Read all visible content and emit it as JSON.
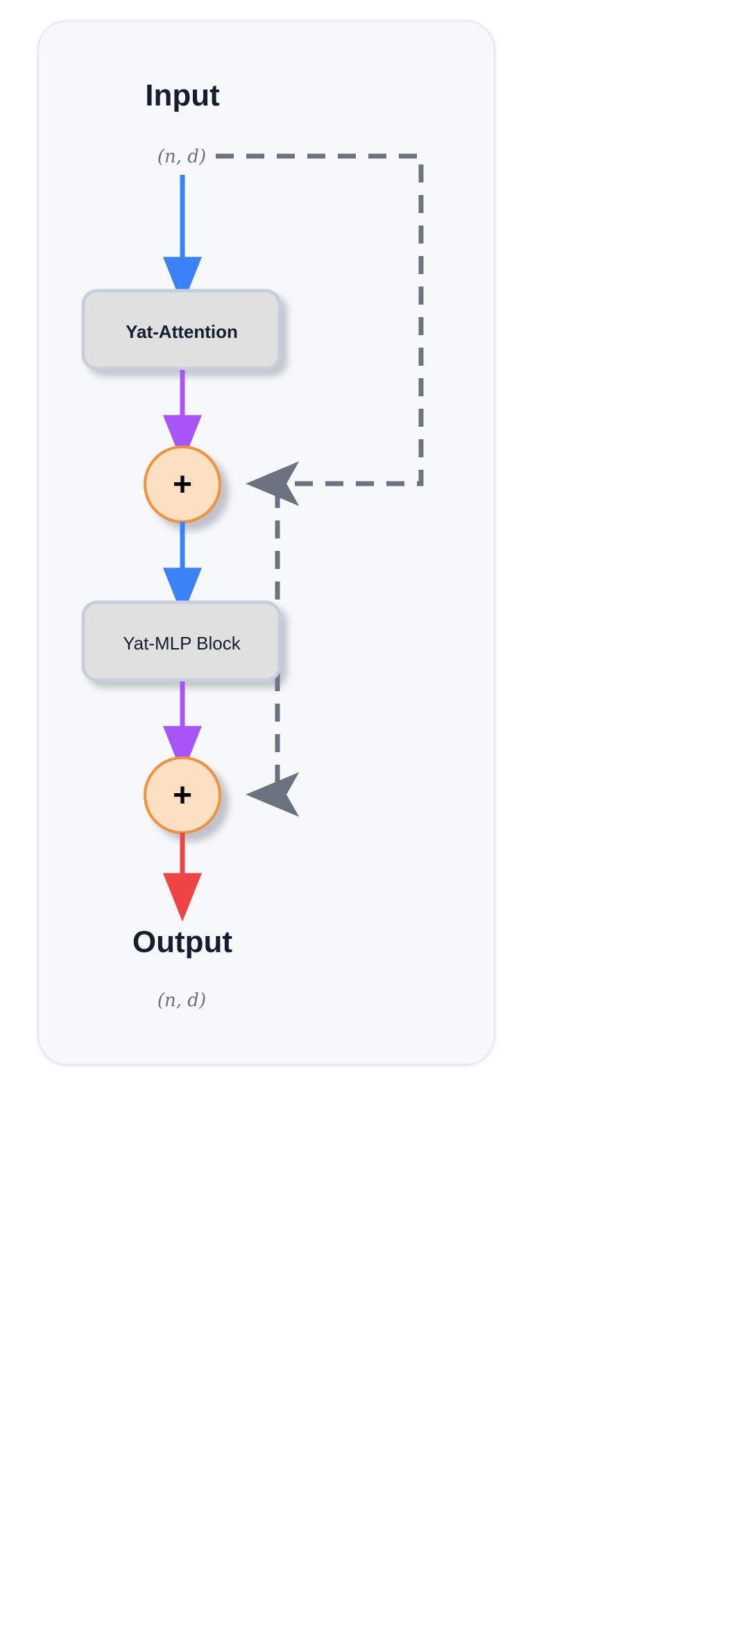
{
  "diagram": {
    "title_top": "Input",
    "title_bottom": "Output",
    "shape_top": "(n, d)",
    "shape_bottom": "(n, d)",
    "blocks": [
      {
        "id": "yat-attention",
        "label": "Yat-Attention",
        "weight": "bold"
      },
      {
        "id": "yat-mlp-block",
        "label": "Yat-MLP Block",
        "weight": "regular"
      }
    ],
    "nodes": [
      {
        "id": "residual-add-1",
        "label": "+"
      },
      {
        "id": "residual-add-2",
        "label": "+"
      }
    ],
    "edges": [
      {
        "id": "input-to-attention",
        "kind": "solid-arrow",
        "color": "#3b82f6"
      },
      {
        "id": "attention-to-add1",
        "kind": "solid-arrow",
        "color": "#a855f7"
      },
      {
        "id": "add1-to-mlp",
        "kind": "solid-arrow",
        "color": "#3b82f6"
      },
      {
        "id": "mlp-to-add2",
        "kind": "solid-arrow",
        "color": "#a855f7"
      },
      {
        "id": "add2-to-output",
        "kind": "solid-arrow",
        "color": "#ef4444"
      },
      {
        "id": "skip-input-to-add1",
        "kind": "dashed-arrow",
        "color": "#6b7280"
      },
      {
        "id": "skip-add1-to-add2",
        "kind": "dashed-arrow",
        "color": "#6b7280"
      }
    ],
    "colors": {
      "panel_fill": "#f6f8fa",
      "panel_border": "#e6e9ee",
      "block_fill": "#e0e0e0",
      "block_border": "#c8cedb",
      "node_fill": "#fddfc2",
      "node_border": "#f0913c",
      "arrow_blue": "#3b82f6",
      "arrow_purple": "#a855f7",
      "arrow_red": "#ef4444",
      "skip_gray": "#6b7280",
      "text_dark": "#161d2e",
      "text_muted": "#69707f"
    }
  }
}
